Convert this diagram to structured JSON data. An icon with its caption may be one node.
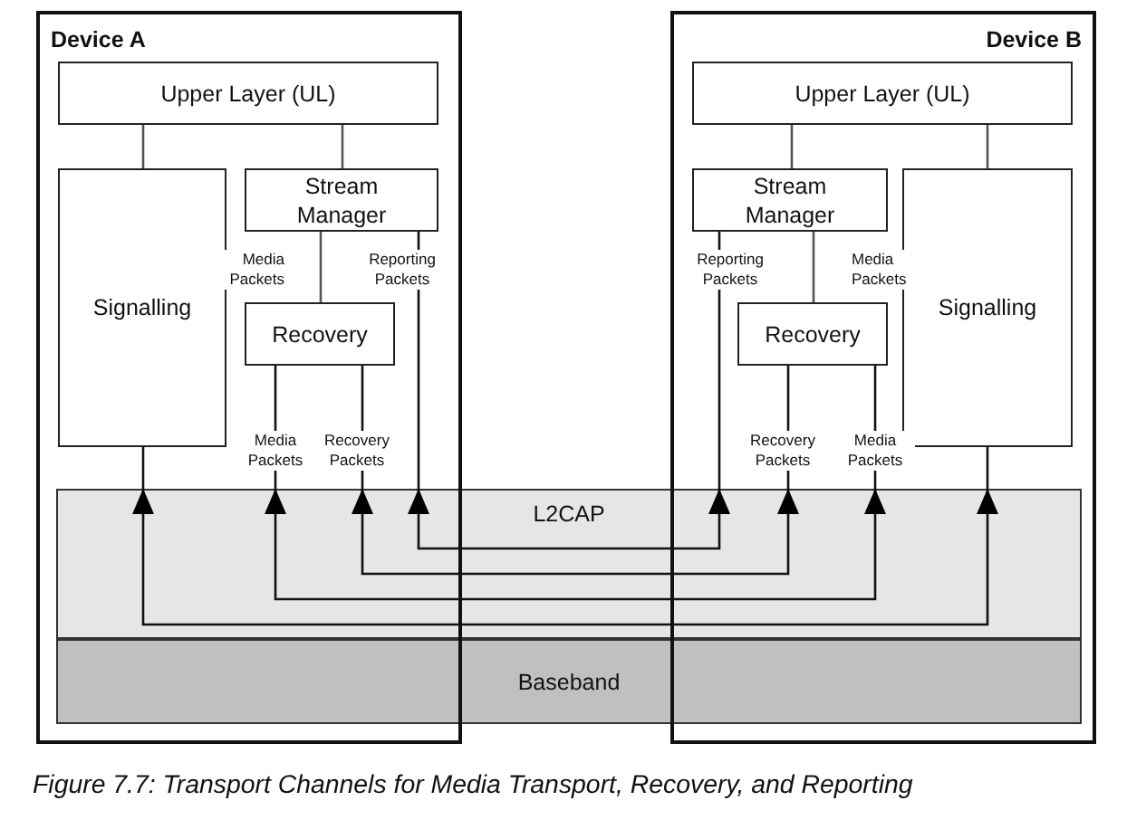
{
  "diagram": {
    "caption": "Figure 7.7: Transport Channels for Media Transport, Recovery, and Reporting",
    "nodes": [
      {
        "text": [
          "Device A"
        ]
      },
      {
        "text": [
          "Upper Layer (UL)"
        ],
        "in": 0
      },
      {
        "text": [
          "Signalling"
        ],
        "in": 0
      },
      {
        "text": [
          "Stream Manager"
        ],
        "in": 0
      },
      {
        "text": [
          "Recovery"
        ],
        "in": 0
      },
      {
        "text": [
          "Device B"
        ]
      },
      {
        "text": [
          "Upper Layer (UL)"
        ],
        "in": 5
      },
      {
        "text": [
          "Stream Manager"
        ],
        "in": 5
      },
      {
        "text": [
          "Recovery"
        ],
        "in": 5
      },
      {
        "text": [
          "Signalling"
        ],
        "in": 5
      },
      {
        "text": [
          "L2CAP"
        ]
      },
      {
        "text": [
          "Baseband"
        ]
      }
    ],
    "edges": [
      {
        "from": 1,
        "to": 2,
        "arrow": "none"
      },
      {
        "from": 1,
        "to": 3,
        "arrow": "none"
      },
      {
        "from": 3,
        "to": 4,
        "arrow": "none",
        "label": "Media Packets"
      },
      {
        "from": 6,
        "to": 7,
        "arrow": "none"
      },
      {
        "from": 6,
        "to": 9,
        "arrow": "none"
      },
      {
        "from": 7,
        "to": 8,
        "arrow": "none",
        "label": "Media Packets"
      },
      {
        "from": 10,
        "to": 2,
        "arrow": "to"
      },
      {
        "from": 10,
        "to": 4,
        "arrow": "to",
        "label": "Media Packets"
      },
      {
        "from": 10,
        "to": 4,
        "arrow": "to",
        "label": "Recovery Packets"
      },
      {
        "from": 10,
        "to": 3,
        "arrow": "to",
        "label": "Reporting Packets"
      },
      {
        "from": 10,
        "to": 7,
        "arrow": "to",
        "label": "Reporting Packets"
      },
      {
        "from": 10,
        "to": 8,
        "arrow": "to",
        "label": "Recovery Packets"
      },
      {
        "from": 10,
        "to": 8,
        "arrow": "to",
        "label": "Media Packets"
      },
      {
        "from": 10,
        "to": 9,
        "arrow": "to"
      }
    ]
  }
}
